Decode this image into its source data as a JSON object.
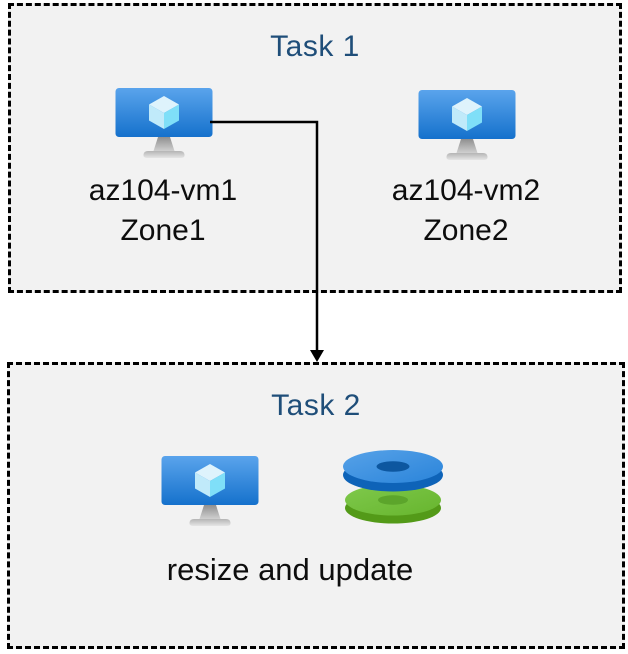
{
  "diagram": {
    "task1": {
      "title": "Task 1",
      "vms": [
        {
          "name": "az104-vm1",
          "zone": "Zone1",
          "icon": "virtual-machine-icon"
        },
        {
          "name": "az104-vm2",
          "zone": "Zone2",
          "icon": "virtual-machine-icon"
        }
      ]
    },
    "task2": {
      "title": "Task 2",
      "icons": [
        "virtual-machine-icon",
        "disks-icon"
      ],
      "caption": "resize and update"
    },
    "connector": {
      "from": "az104-vm1",
      "to": "Task 2",
      "style": "elbow-arrow-down"
    },
    "colors": {
      "box_fill": "#f2f2f2",
      "box_border": "#000000",
      "title_text": "#1f4e79",
      "body_text": "#0d0d0d",
      "arrow": "#000000",
      "vm_screen_top": "#5aa4ec",
      "vm_screen_bottom": "#1571cc",
      "cube_top": "#def3fc",
      "cube_left": "#c0eafa",
      "cube_right": "#7fdff8",
      "disk_blue_top": "#3b90e1",
      "disk_blue_rim": "#0e63b8",
      "disk_blue_hole": "#0d57a0",
      "disk_green_top": "#72c13b",
      "disk_green_rim": "#539a18",
      "disk_green_hole": "#5ca52b"
    }
  }
}
